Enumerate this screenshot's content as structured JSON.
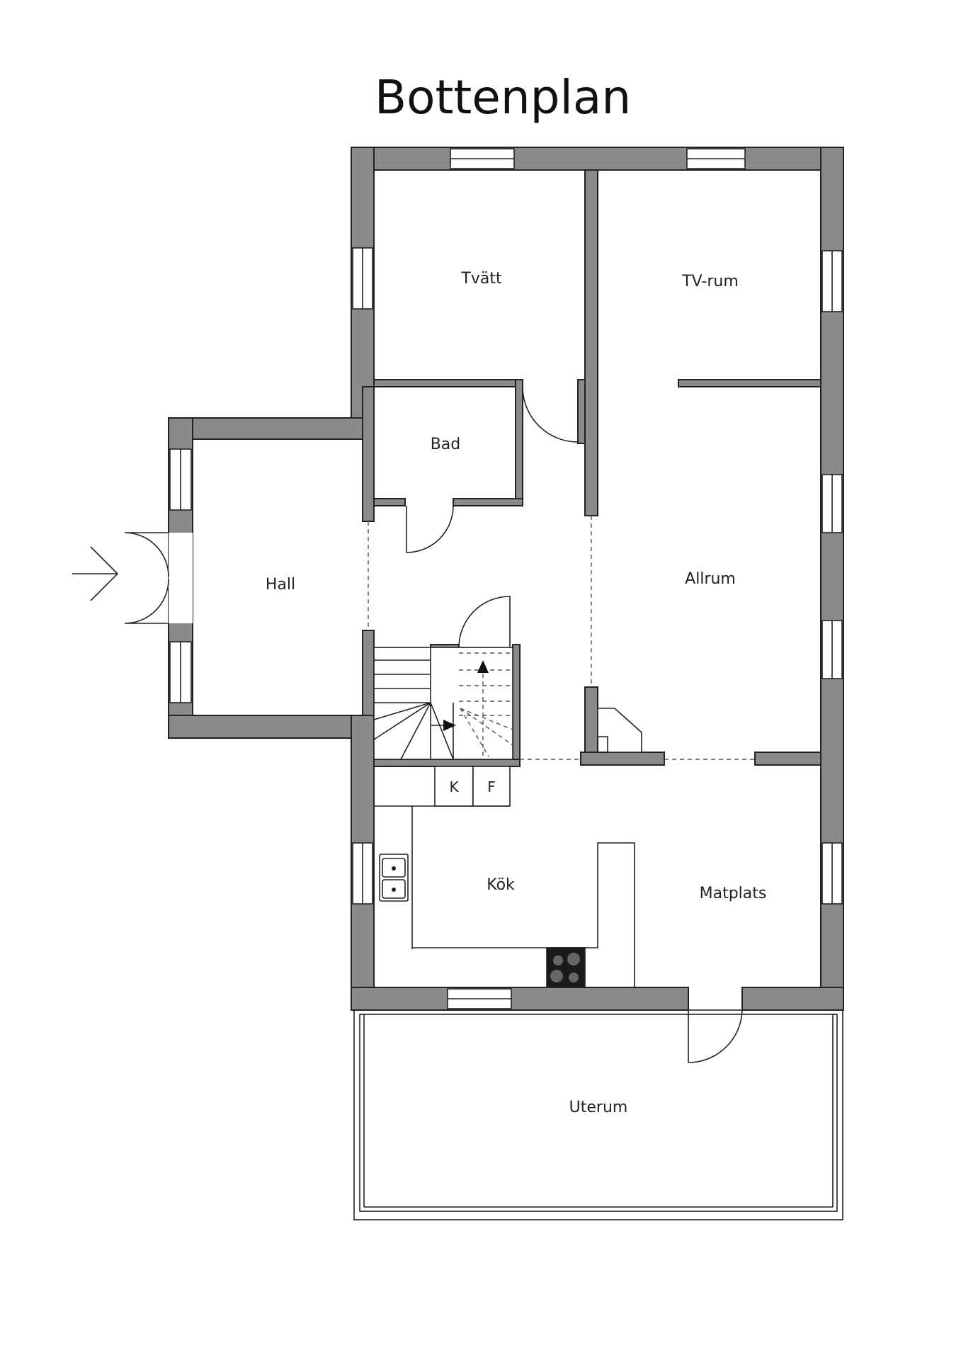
{
  "title": "Bottenplan",
  "rooms": {
    "tvatt": "Tvätt",
    "tv_rum": "TV-rum",
    "bad": "Bad",
    "hall": "Hall",
    "allrum": "Allrum",
    "kok": "Kök",
    "matplats": "Matplats",
    "uterum": "Uterum"
  },
  "appliances": {
    "k": "K",
    "f": "F"
  }
}
